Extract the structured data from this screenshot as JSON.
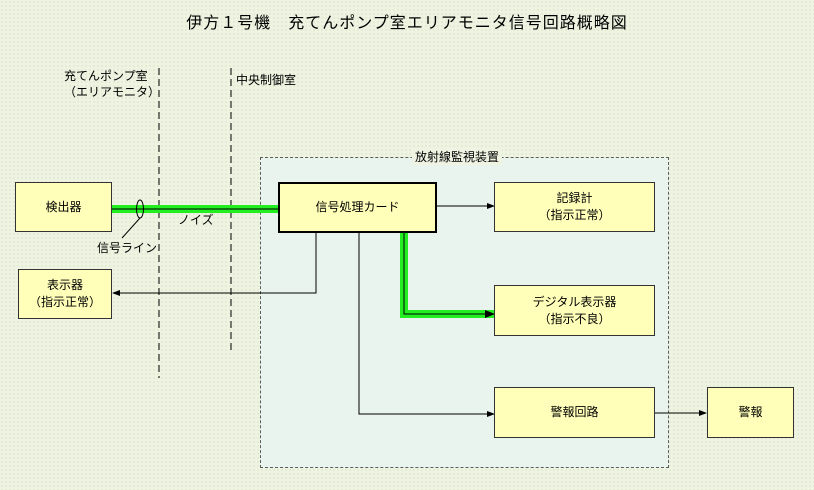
{
  "title": "伊方１号機　充てんポンプ室エリアモニタ信号回路概略図",
  "zones": {
    "room_line1": "充てんポンプ室",
    "room_line2": "（エリアモニタ）",
    "control_room": "中央制御室",
    "panel_label": "放射線監視装置"
  },
  "blocks": {
    "detector": "検出器",
    "display_line1": "表示器",
    "display_line2": "（指示正常）",
    "card": "信号処理カード",
    "recorder_line1": "記録計",
    "recorder_line2": "（指示正常）",
    "digital_line1": "デジタル表示器",
    "digital_line2": "（指示不良）",
    "alarm_circuit": "警報回路",
    "alarm": "警報"
  },
  "annotations": {
    "noise": "ノイズ",
    "signal_line": "信号ライン"
  },
  "colors": {
    "box_fill": "#ffffb9",
    "noise_highlight": "#22ee22",
    "panel_fill": "#e9f5f1"
  }
}
